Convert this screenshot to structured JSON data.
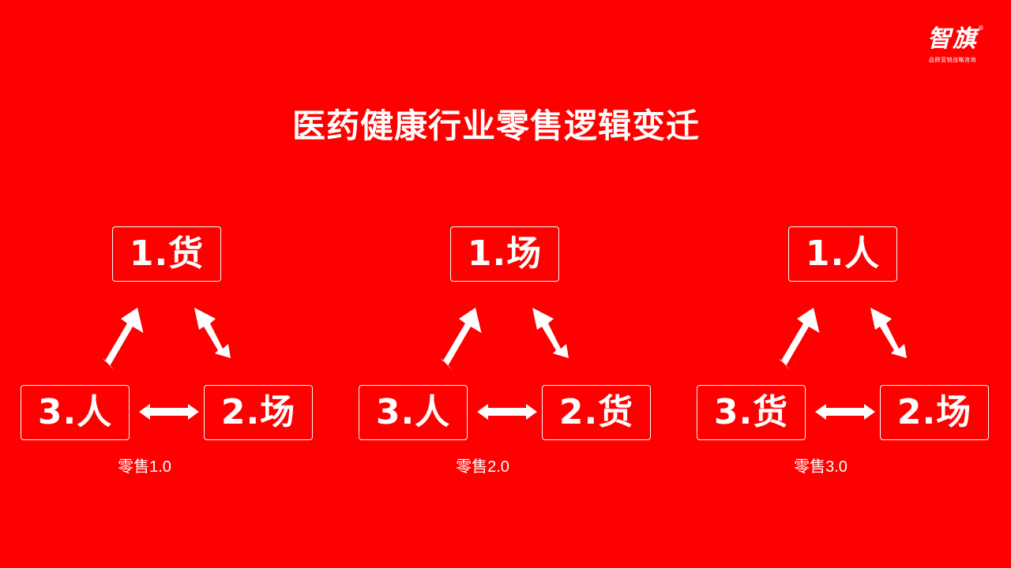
{
  "logo": {
    "main": "智旗",
    "registered": "®",
    "subtitle": "品牌营销战略咨询"
  },
  "title": "医药健康行业零售逻辑变迁",
  "colors": {
    "background": "#fe0000",
    "foreground": "#ffffff"
  },
  "diagrams": [
    {
      "caption": "零售1.0",
      "top": "1.货",
      "left": "3.人",
      "right": "2.场"
    },
    {
      "caption": "零售2.0",
      "top": "1.场",
      "left": "3.人",
      "right": "2.货"
    },
    {
      "caption": "零售3.0",
      "top": "1.人",
      "left": "3.货",
      "right": "2.场"
    }
  ]
}
